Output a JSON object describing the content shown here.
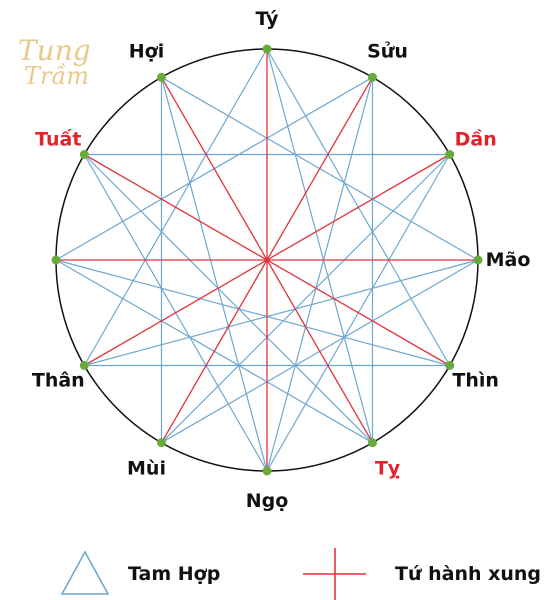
{
  "watermark": {
    "line1": "Tung",
    "line2": "Trầm",
    "color": "#e8c98a"
  },
  "zodiac": [
    {
      "key": "ty",
      "label": "Tý",
      "highlight": false
    },
    {
      "key": "suu",
      "label": "Sửu",
      "highlight": false
    },
    {
      "key": "dan",
      "label": "Dần",
      "highlight": true
    },
    {
      "key": "mao",
      "label": "Mão",
      "highlight": false
    },
    {
      "key": "thin",
      "label": "Thìn",
      "highlight": false
    },
    {
      "key": "tyj",
      "label": "Tỵ",
      "highlight": true
    },
    {
      "key": "ngo",
      "label": "Ngọ",
      "highlight": false
    },
    {
      "key": "mui",
      "label": "Mùi",
      "highlight": false
    },
    {
      "key": "than",
      "label": "Thân",
      "highlight": false
    },
    {
      "key": "dau",
      "label": "",
      "highlight": false
    },
    {
      "key": "tuat",
      "label": "Tuất",
      "highlight": true
    },
    {
      "key": "hoi",
      "label": "Hợi",
      "highlight": false
    }
  ],
  "legend": {
    "tam_hop": "Tam Hợp",
    "tu_hanh_xung": "Tứ hành xung"
  },
  "colors": {
    "tam_hop": "#6fa8cf",
    "tu_hanh_xung": "#e0323c",
    "node": "#6aaa3a",
    "circle": "#111111",
    "label": "#111111",
    "label_highlight": "#e0242c"
  }
}
